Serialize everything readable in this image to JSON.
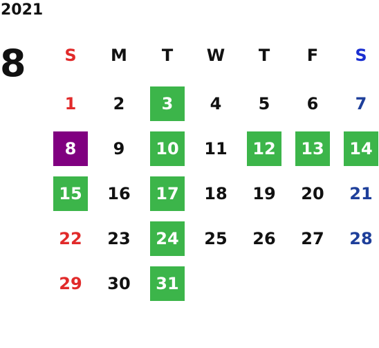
{
  "calendar": {
    "year": "2021",
    "month": "8",
    "weekdays": [
      "S",
      "M",
      "T",
      "W",
      "T",
      "F",
      "S"
    ],
    "weeks": [
      [
        {
          "day": "1",
          "style": "sun"
        },
        {
          "day": "2",
          "style": ""
        },
        {
          "day": "3",
          "style": "hl"
        },
        {
          "day": "4",
          "style": ""
        },
        {
          "day": "5",
          "style": ""
        },
        {
          "day": "6",
          "style": ""
        },
        {
          "day": "7",
          "style": "sat"
        }
      ],
      [
        {
          "day": "8",
          "style": "today"
        },
        {
          "day": "9",
          "style": ""
        },
        {
          "day": "10",
          "style": "hl"
        },
        {
          "day": "11",
          "style": ""
        },
        {
          "day": "12",
          "style": "hl"
        },
        {
          "day": "13",
          "style": "hl"
        },
        {
          "day": "14",
          "style": "hl"
        }
      ],
      [
        {
          "day": "15",
          "style": "hl"
        },
        {
          "day": "16",
          "style": ""
        },
        {
          "day": "17",
          "style": "hl"
        },
        {
          "day": "18",
          "style": ""
        },
        {
          "day": "19",
          "style": ""
        },
        {
          "day": "20",
          "style": ""
        },
        {
          "day": "21",
          "style": "sat"
        }
      ],
      [
        {
          "day": "22",
          "style": "sun"
        },
        {
          "day": "23",
          "style": ""
        },
        {
          "day": "24",
          "style": "hl"
        },
        {
          "day": "25",
          "style": ""
        },
        {
          "day": "26",
          "style": ""
        },
        {
          "day": "27",
          "style": ""
        },
        {
          "day": "28",
          "style": "sat"
        }
      ],
      [
        {
          "day": "29",
          "style": "sun"
        },
        {
          "day": "30",
          "style": ""
        },
        {
          "day": "31",
          "style": "hl"
        }
      ]
    ],
    "colors": {
      "highlight": "#3cb54a",
      "selected": "#800080",
      "sunday": "#e12a2a",
      "saturday": "#1e3f9a"
    }
  }
}
